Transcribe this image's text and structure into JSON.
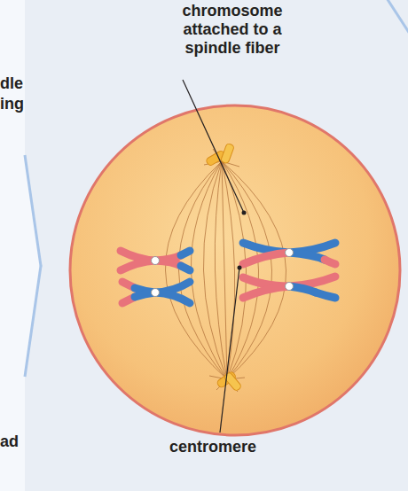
{
  "diagram": {
    "labels": [
      "chromosome attached to a spindle fiber",
      "centromere",
      "dle",
      "ing",
      "ad"
    ]
  }
}
